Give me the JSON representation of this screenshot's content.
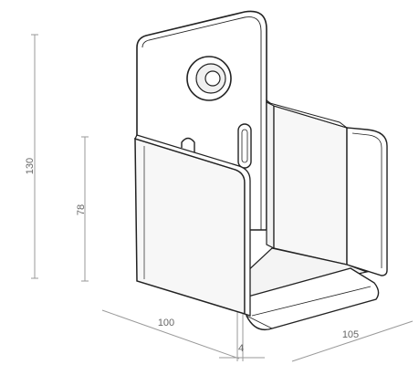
{
  "colors": {
    "outline": "#222222",
    "fill": "#ffffff",
    "shade": "#efefef",
    "dimension_line": "#9a9a9a",
    "dimension_text": "#666666"
  },
  "dimensions": {
    "total_height": "130",
    "side_height": "78",
    "depth": "100",
    "width": "105",
    "thickness": "4"
  }
}
